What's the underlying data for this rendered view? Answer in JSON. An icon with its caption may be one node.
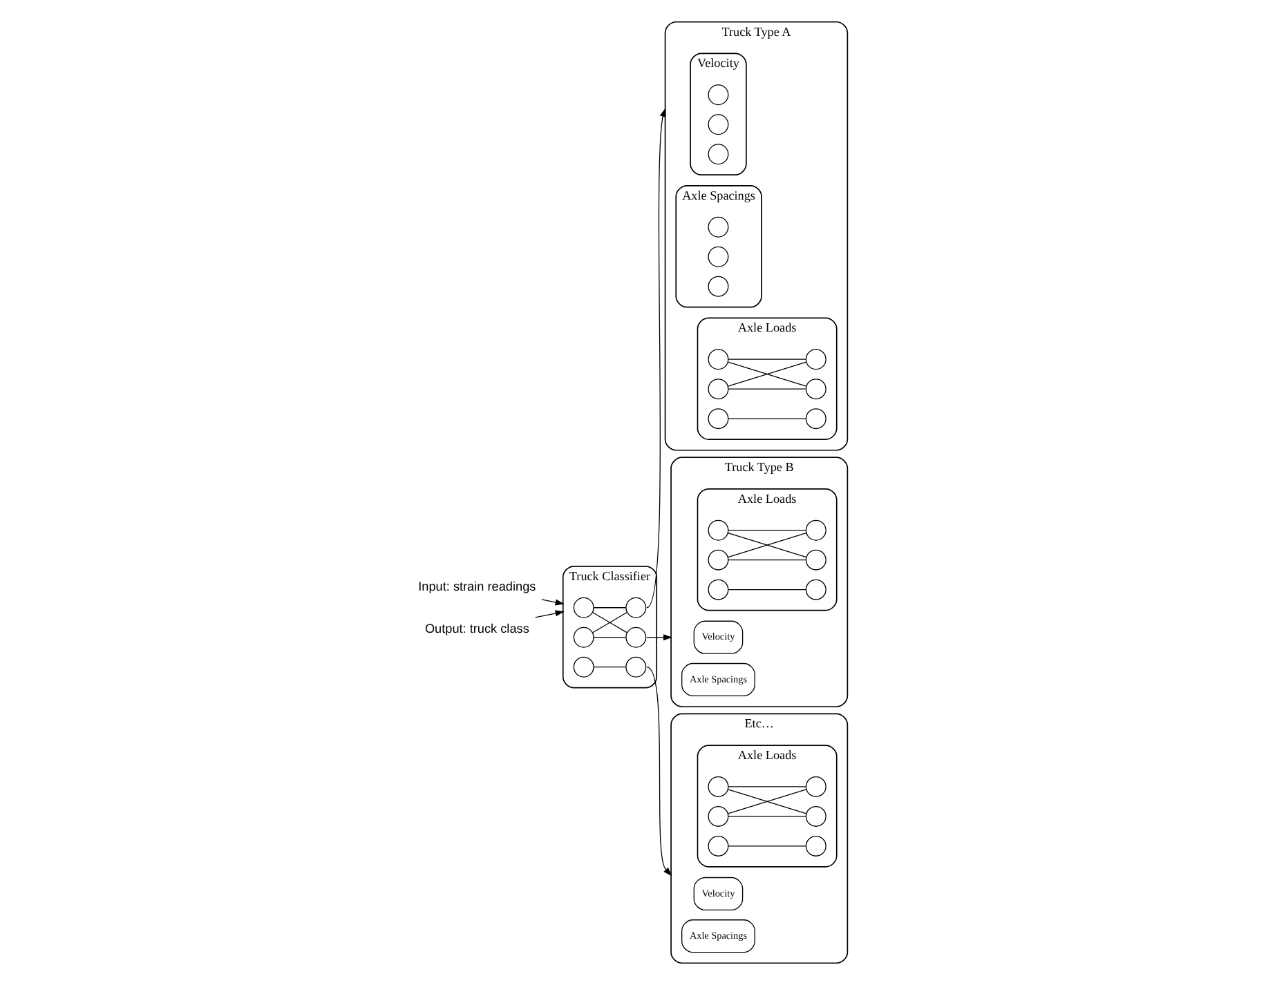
{
  "diagram": {
    "nodes": [
      {
        "text": [
          "Input: strain readings"
        ]
      },
      {
        "text": [
          "Output: truck class"
        ]
      },
      {
        "text": [
          "Truck Classifier"
        ]
      },
      {
        "text": [],
        "shape": "circle",
        "in": 2
      },
      {
        "text": [],
        "shape": "circle",
        "in": 2
      },
      {
        "text": [],
        "shape": "circle",
        "in": 2
      },
      {
        "text": [],
        "shape": "circle",
        "in": 2
      },
      {
        "text": [],
        "shape": "circle",
        "in": 2
      },
      {
        "text": [],
        "shape": "circle",
        "in": 2
      },
      {
        "text": [
          "Etc…"
        ]
      },
      {
        "text": [
          "Velocity"
        ],
        "in": 9
      },
      {
        "text": [
          "Axle Spacings"
        ],
        "in": 9
      },
      {
        "text": [
          "Axle Loads"
        ],
        "in": 9
      },
      {
        "text": [],
        "shape": "circle",
        "in": 12
      },
      {
        "text": [],
        "shape": "circle",
        "in": 12
      },
      {
        "text": [],
        "shape": "circle",
        "in": 12
      },
      {
        "text": [],
        "shape": "circle",
        "in": 12
      },
      {
        "text": [],
        "shape": "circle",
        "in": 12
      },
      {
        "text": [],
        "shape": "circle",
        "in": 12
      },
      {
        "text": [
          "Truck Type B"
        ]
      },
      {
        "text": [
          "Velocity"
        ],
        "in": 19
      },
      {
        "text": [
          "Axle Spacings"
        ],
        "in": 19
      },
      {
        "text": [
          "Axle Loads"
        ],
        "in": 19
      },
      {
        "text": [],
        "shape": "circle",
        "in": 22
      },
      {
        "text": [],
        "shape": "circle",
        "in": 22
      },
      {
        "text": [],
        "shape": "circle",
        "in": 22
      },
      {
        "text": [],
        "shape": "circle",
        "in": 22
      },
      {
        "text": [],
        "shape": "circle",
        "in": 22
      },
      {
        "text": [],
        "shape": "circle",
        "in": 22
      },
      {
        "text": [
          "Truck Type A"
        ]
      },
      {
        "text": [
          "Velocity"
        ],
        "in": 29
      },
      {
        "text": [],
        "shape": "circle",
        "in": 30
      },
      {
        "text": [],
        "shape": "circle",
        "in": 30
      },
      {
        "text": [],
        "shape": "circle",
        "in": 30
      },
      {
        "text": [
          "Axle Spacings"
        ],
        "in": 29
      },
      {
        "text": [],
        "shape": "circle",
        "in": 34
      },
      {
        "text": [],
        "shape": "circle",
        "in": 34
      },
      {
        "text": [],
        "shape": "circle",
        "in": 34
      },
      {
        "text": [
          "Axle Loads"
        ],
        "in": 29
      },
      {
        "text": [],
        "shape": "circle",
        "in": 38
      },
      {
        "text": [],
        "shape": "circle",
        "in": 38
      },
      {
        "text": [],
        "shape": "circle",
        "in": 38
      },
      {
        "text": [],
        "shape": "circle",
        "in": 38
      },
      {
        "text": [],
        "shape": "circle",
        "in": 38
      },
      {
        "text": [],
        "shape": "circle",
        "in": 38
      }
    ],
    "edges": [
      {
        "from": 0,
        "to": 2,
        "arrow": "to"
      },
      {
        "from": 1,
        "to": 2,
        "arrow": "to"
      },
      {
        "from": 3,
        "to": 4,
        "arrow": "none"
      },
      {
        "from": 3,
        "to": 6,
        "arrow": "none"
      },
      {
        "from": 5,
        "to": 4,
        "arrow": "none"
      },
      {
        "from": 5,
        "to": 6,
        "arrow": "none"
      },
      {
        "from": 7,
        "to": 8,
        "arrow": "none"
      },
      {
        "from": 4,
        "to": 29,
        "arrow": "to"
      },
      {
        "from": 6,
        "to": 19,
        "arrow": "to"
      },
      {
        "from": 8,
        "to": 9,
        "arrow": "to"
      },
      {
        "from": 13,
        "to": 14,
        "arrow": "none"
      },
      {
        "from": 13,
        "to": 16,
        "arrow": "none"
      },
      {
        "from": 15,
        "to": 14,
        "arrow": "none"
      },
      {
        "from": 15,
        "to": 16,
        "arrow": "none"
      },
      {
        "from": 17,
        "to": 18,
        "arrow": "none"
      },
      {
        "from": 23,
        "to": 24,
        "arrow": "none"
      },
      {
        "from": 23,
        "to": 26,
        "arrow": "none"
      },
      {
        "from": 25,
        "to": 24,
        "arrow": "none"
      },
      {
        "from": 25,
        "to": 26,
        "arrow": "none"
      },
      {
        "from": 27,
        "to": 28,
        "arrow": "none"
      },
      {
        "from": 39,
        "to": 40,
        "arrow": "none"
      },
      {
        "from": 39,
        "to": 42,
        "arrow": "none"
      },
      {
        "from": 41,
        "to": 40,
        "arrow": "none"
      },
      {
        "from": 41,
        "to": 42,
        "arrow": "none"
      },
      {
        "from": 43,
        "to": 44,
        "arrow": "none"
      }
    ]
  }
}
